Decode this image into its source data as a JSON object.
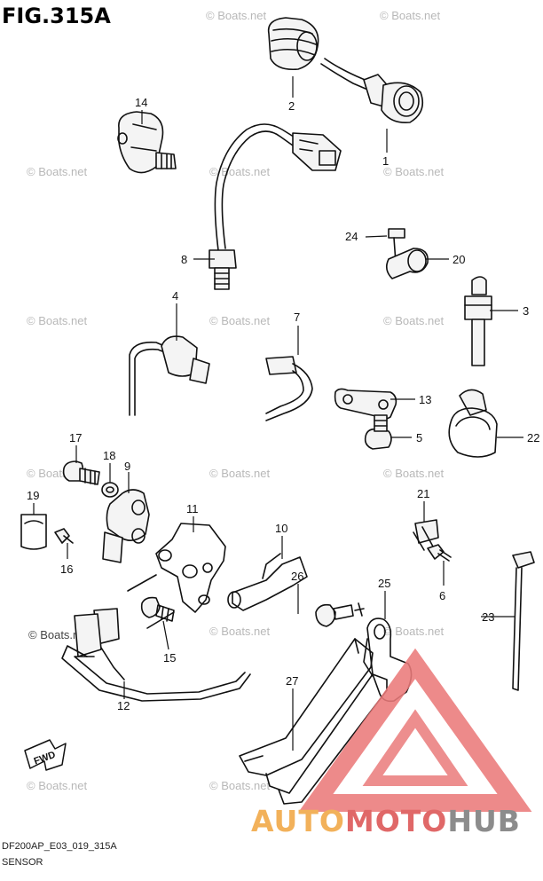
{
  "figure": {
    "title": "FIG.315A",
    "code": "DF200AP_E03_019_315A",
    "caption": "SENSOR"
  },
  "watermark": {
    "text": "© Boats.net"
  },
  "brand": {
    "part1": "AUTO",
    "part2": "MOTO",
    "part3": "HUB"
  },
  "direction_badge": "FWD",
  "callouts": [
    "1",
    "2",
    "3",
    "4",
    "5",
    "6",
    "7",
    "8",
    "9",
    "10",
    "11",
    "12",
    "13",
    "14",
    "15",
    "16",
    "17",
    "18",
    "19",
    "20",
    "21",
    "22",
    "23",
    "24",
    "25",
    "26",
    "27"
  ],
  "colors": {
    "line": "#111111",
    "watermark": "#b8b8b8",
    "brand_orange": "#f2b15a",
    "brand_red": "#e06868",
    "brand_gray": "#8c8c8c"
  }
}
